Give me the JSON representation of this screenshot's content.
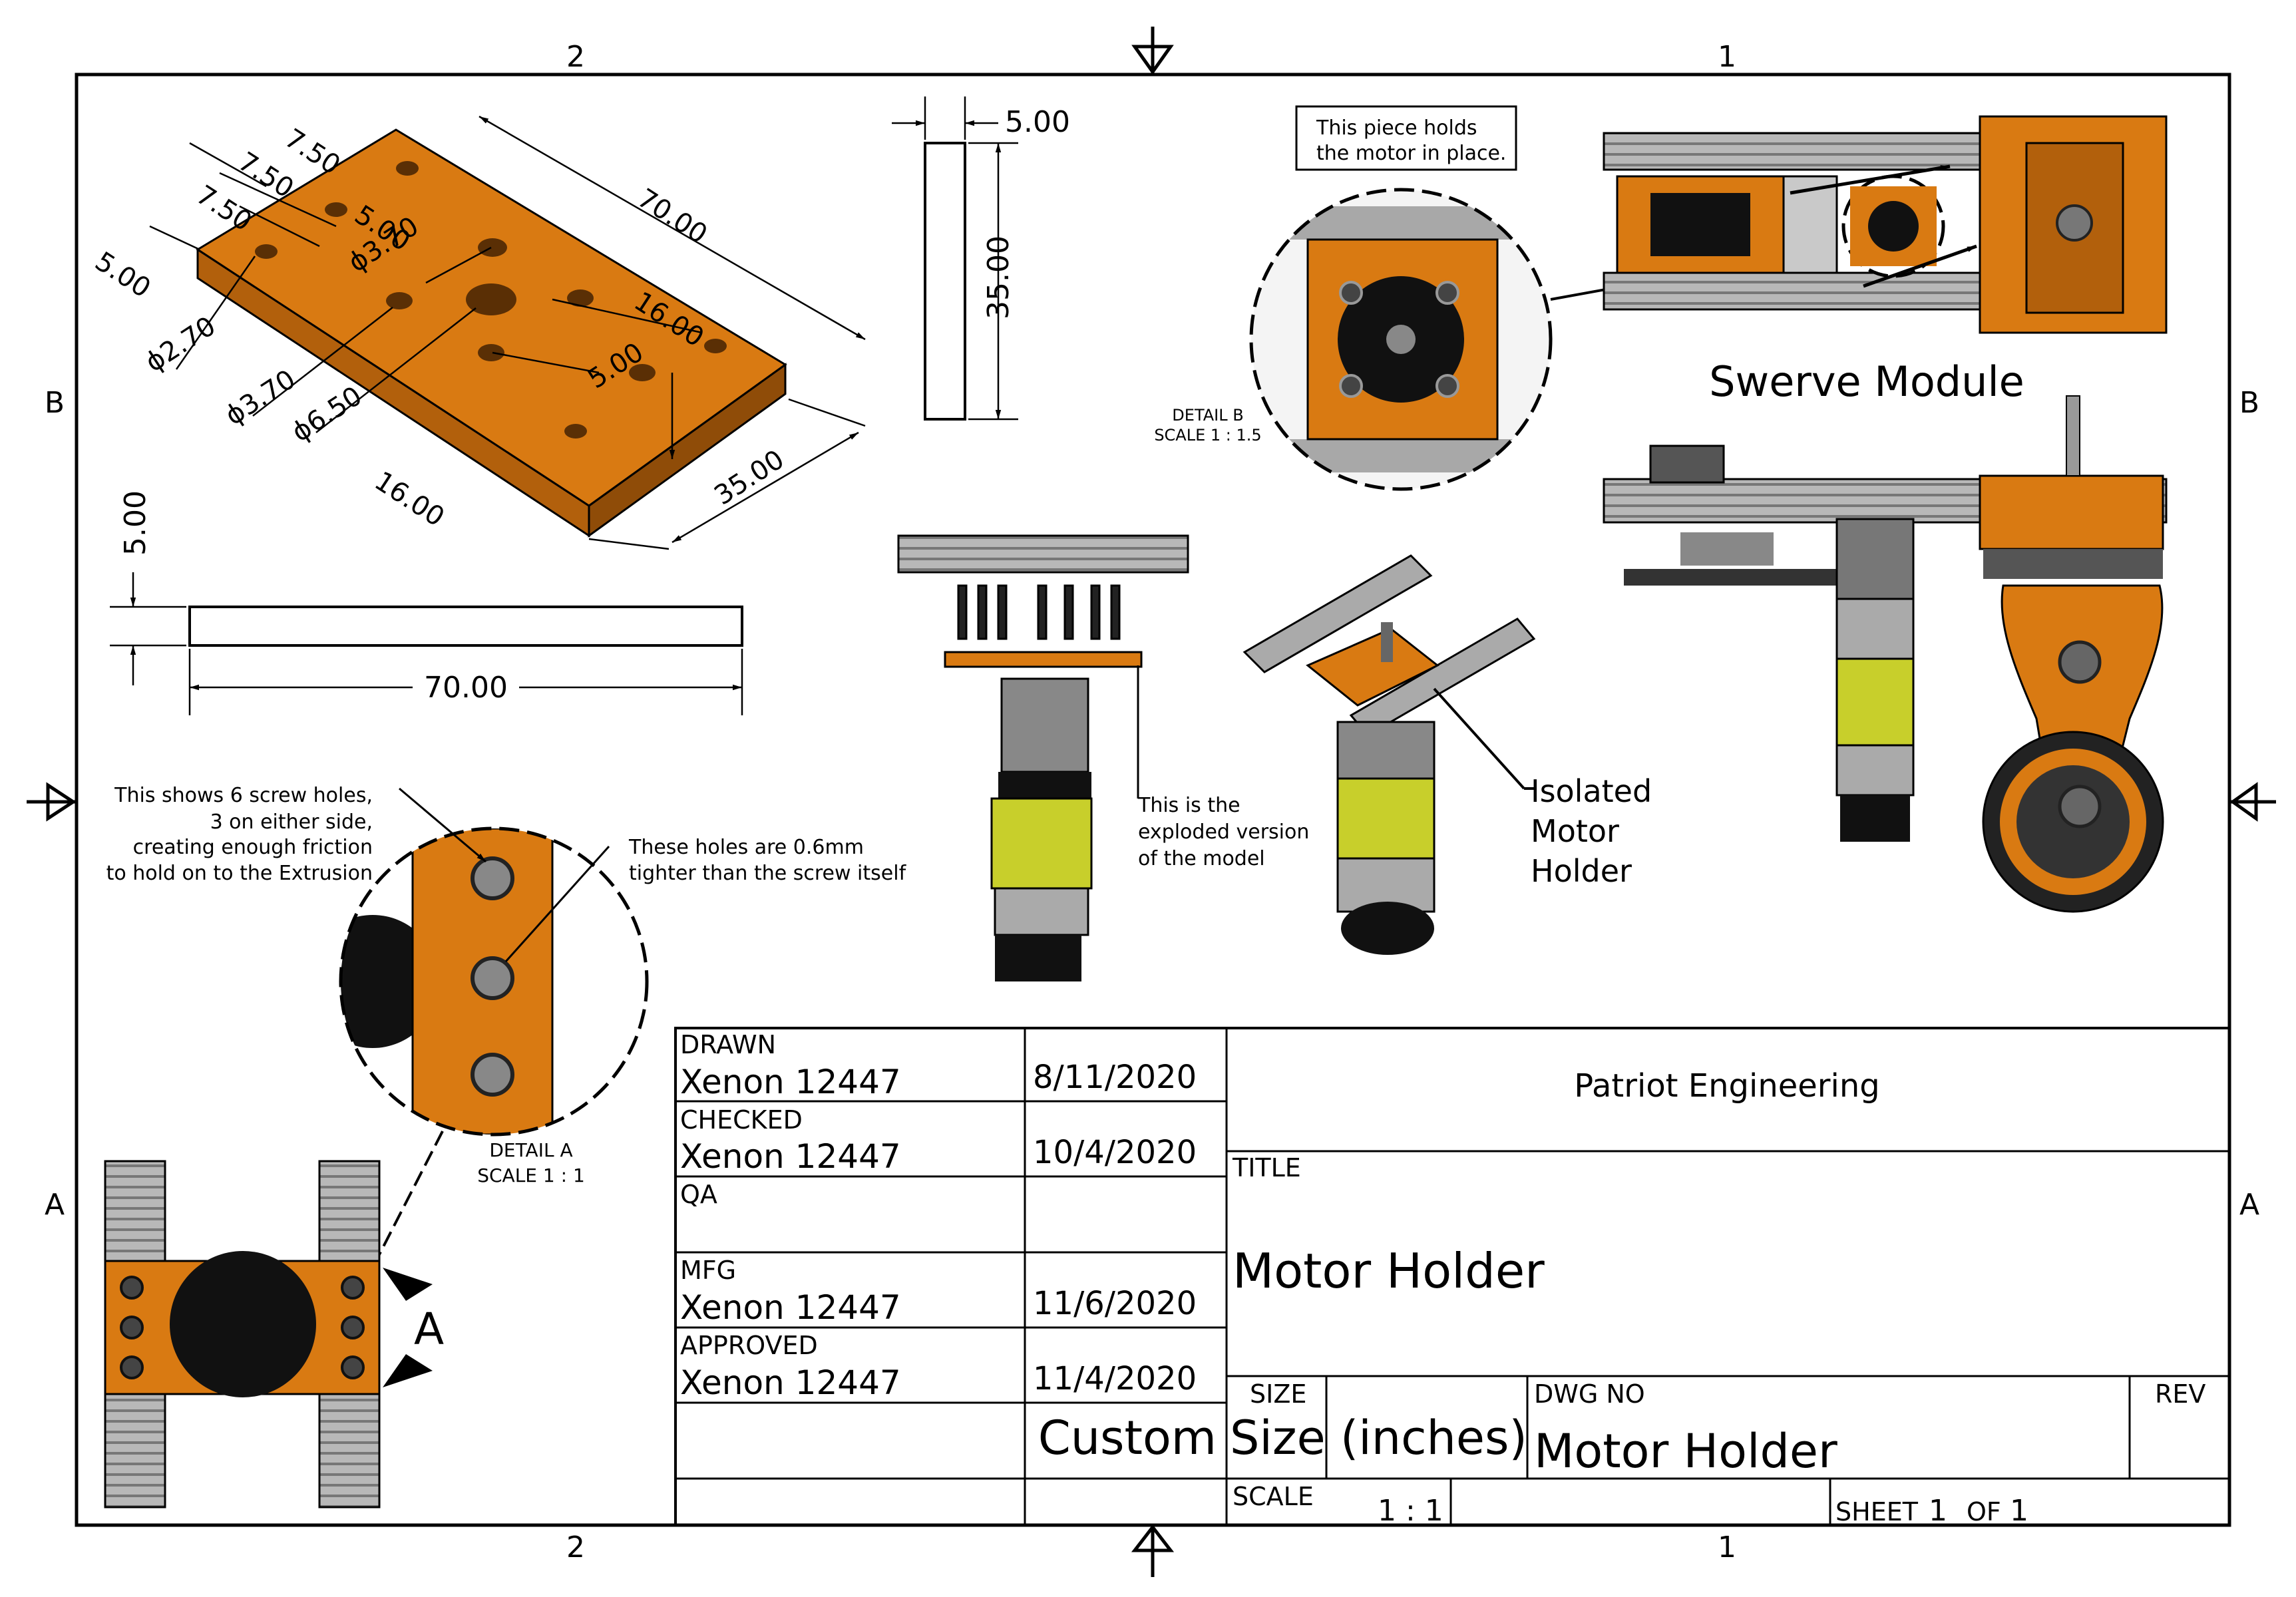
{
  "sheet": {
    "zones_top": [
      "2",
      "1"
    ],
    "zones_bottom": [
      "2",
      "1"
    ],
    "zones_left": [
      "B",
      "A"
    ],
    "zones_right": [
      "B",
      "A"
    ]
  },
  "iso_dims": {
    "d1": "7.50",
    "d2": "7.50",
    "d3": "7.50",
    "d4": "5.00",
    "d5": "5.00",
    "d6": "70.00",
    "d7": "ϕ3.70",
    "d8": "16.00",
    "d9": "5.00",
    "d10": "ϕ2.70",
    "d11": "ϕ3.70",
    "d12": "ϕ6.50",
    "d13": "16.00",
    "d14": "35.00"
  },
  "side_view": {
    "thickness": "5.00",
    "height": "35.00"
  },
  "bottom_view": {
    "thickness": "5.00",
    "length": "70.00"
  },
  "notes": {
    "motor_hold": [
      "This piece holds",
      "the motor in place."
    ],
    "screw_holes": [
      "This shows 6 screw holes,",
      "3 on either side,",
      "creating enough friction",
      "to hold on to the Extrusion"
    ],
    "tight_holes": [
      "These holes are 0.6mm",
      "tighter than the screw itself"
    ],
    "exploded": [
      "This is the",
      "exploded version",
      "of the model"
    ],
    "isolated": [
      "Isolated",
      "Motor",
      "Holder"
    ]
  },
  "detail_b": {
    "label": "DETAIL  B",
    "scale": "SCALE 1 : 1.5"
  },
  "detail_a": {
    "label": "DETAIL  A",
    "scale": "SCALE 1 : 1",
    "marker": "A"
  },
  "swerve_title": "Swerve Module",
  "title_block": {
    "drawn_label": "DRAWN",
    "drawn_name": "Xenon 12447",
    "drawn_date": "8/11/2020",
    "checked_label": "CHECKED",
    "checked_name": "Xenon 12447",
    "checked_date": "10/4/2020",
    "qa_label": "QA",
    "mfg_label": "MFG",
    "mfg_name": "Xenon 12447",
    "mfg_date": "11/6/2020",
    "approved_label": "APPROVED",
    "approved_name": "Xenon 12447",
    "approved_date": "11/4/2020",
    "company": "Patriot Engineering",
    "title_label": "TITLE",
    "title": "Motor Holder",
    "custom": "Custom",
    "size_label": "SIZE",
    "size_value": "Size (inches)",
    "dwg_label": "DWG NO",
    "dwg_value": "Motor Holder",
    "rev_label": "REV",
    "scale_label": "SCALE",
    "scale_value": "1 : 1",
    "sheet_label": "SHEET",
    "sheet_num": "1",
    "of_label": "OF",
    "sheet_total": "1"
  }
}
